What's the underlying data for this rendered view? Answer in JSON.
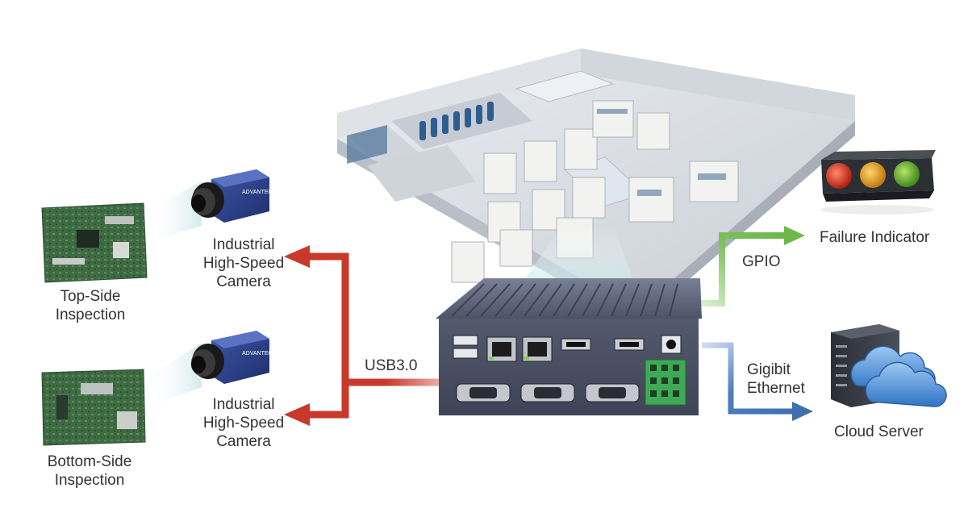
{
  "labels": {
    "top_side": [
      "Top-Side",
      "Inspection"
    ],
    "bottom_side": [
      "Bottom-Side",
      "Inspection"
    ],
    "camera_top": [
      "Industrial",
      "High-Speed",
      "Camera"
    ],
    "camera_bottom": [
      "Industrial",
      "High-Speed",
      "Camera"
    ],
    "usb": "USB3.0",
    "gpio": "GPIO",
    "failure_indicator": "Failure Indicator",
    "ethernet": [
      "Gigibit",
      "Ethernet"
    ],
    "cloud_server": "Cloud Server"
  },
  "camera_brand": "ADVANTECH",
  "colors": {
    "usb_arrow": "#c8392b",
    "gpio_arrow": "#6cb84a",
    "ethernet_arrow": "#3f6fae",
    "text": "#333333",
    "pcb_green": "#3f6b43",
    "camera_blue": "#2b3f86",
    "box_body": "#4a5064",
    "cloud": "#4c8fd4"
  },
  "icons": {
    "traffic_light": "traffic-light-icon",
    "cloud": "cloud-icon",
    "server_rack": "server-rack-icon",
    "camera": "industrial-camera-icon",
    "pcb": "circuit-board-icon",
    "factory": "factory-floor-illustration",
    "embedded_pc": "fanless-embedded-pc"
  }
}
